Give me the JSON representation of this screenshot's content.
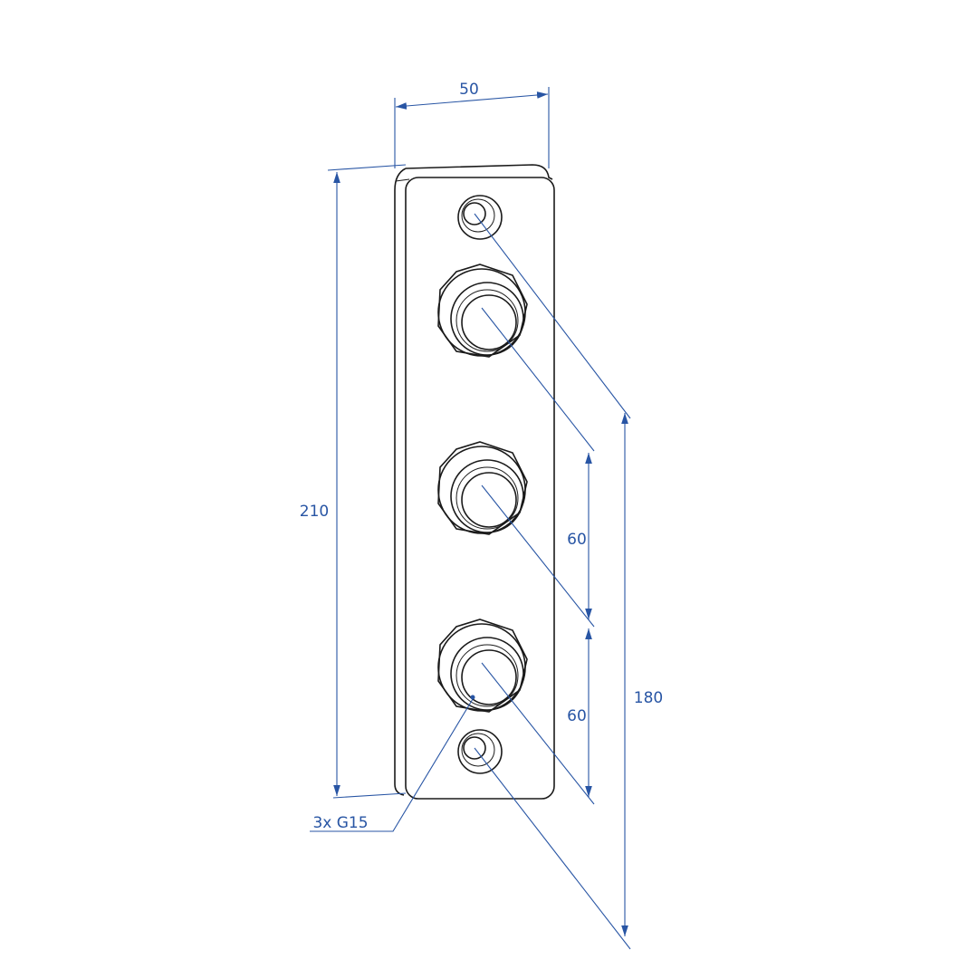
{
  "colors": {
    "dimension": "#2855a4",
    "outline": "#1a1a1a",
    "background": "#ffffff"
  },
  "dimensions": {
    "width": "50",
    "height": "210",
    "spacing_1": "60",
    "spacing_2": "60",
    "mount_spacing": "180",
    "thread_callout": "3x G15"
  }
}
